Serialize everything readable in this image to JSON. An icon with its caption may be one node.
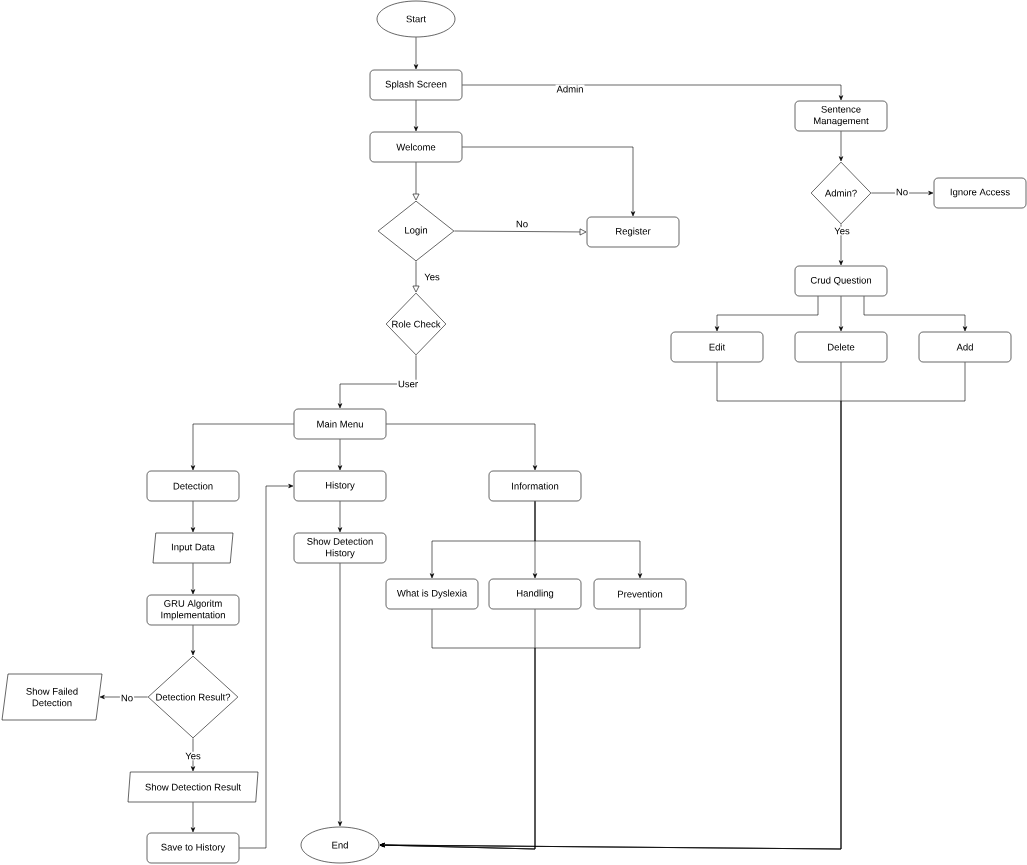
{
  "diagram": {
    "nodes": [
      {
        "text": [
          "Start"
        ]
      },
      {
        "text": [
          "Splash Screen"
        ]
      },
      {
        "text": [
          "Welcome"
        ]
      },
      {
        "text": [
          "Login"
        ]
      },
      {
        "text": [
          "Register"
        ]
      },
      {
        "text": [
          "Role Check"
        ]
      },
      {
        "text": [
          "Sentence Management"
        ]
      },
      {
        "text": [
          "Admin?"
        ]
      },
      {
        "text": [
          "Ignore Access"
        ]
      },
      {
        "text": [
          "Crud Question"
        ]
      },
      {
        "text": [
          "Edit"
        ]
      },
      {
        "text": [
          "Delete"
        ]
      },
      {
        "text": [
          "Add"
        ]
      },
      {
        "text": [
          "Main Menu"
        ]
      },
      {
        "text": [
          "Detection"
        ]
      },
      {
        "text": [
          "History"
        ]
      },
      {
        "text": [
          "Information"
        ]
      },
      {
        "text": [
          "Input Data"
        ]
      },
      {
        "text": [
          "GRU Algoritm Implementation"
        ]
      },
      {
        "text": [
          "Show Detection History"
        ]
      },
      {
        "text": [
          "What is Dyslexia"
        ]
      },
      {
        "text": [
          "Handling"
        ]
      },
      {
        "text": [
          "Prevention"
        ]
      },
      {
        "text": [
          "Detection Result?"
        ]
      },
      {
        "text": [
          "Show Failed Detection"
        ]
      },
      {
        "text": [
          "Show Detection Result"
        ]
      },
      {
        "text": [
          "Save to History"
        ]
      },
      {
        "text": [
          "End"
        ]
      }
    ],
    "edges": [
      {
        "from": 0,
        "to": 1,
        "arrow": "to"
      },
      {
        "from": 1,
        "to": 2,
        "arrow": "to"
      },
      {
        "from": 1,
        "to": 6,
        "arrow": "to",
        "label": "Admin"
      },
      {
        "from": 2,
        "to": 3,
        "arrow": "to"
      },
      {
        "from": 2,
        "to": 4,
        "arrow": "to"
      },
      {
        "from": 3,
        "to": 4,
        "arrow": "to",
        "label": "No"
      },
      {
        "from": 3,
        "to": 5,
        "arrow": "to",
        "label": "Yes"
      },
      {
        "from": 5,
        "to": 13,
        "arrow": "to",
        "label": "User"
      },
      {
        "from": 6,
        "to": 7,
        "arrow": "to"
      },
      {
        "from": 7,
        "to": 8,
        "arrow": "to",
        "label": "No"
      },
      {
        "from": 7,
        "to": 9,
        "arrow": "to",
        "label": "Yes"
      },
      {
        "from": 9,
        "to": 10,
        "arrow": "to"
      },
      {
        "from": 9,
        "to": 11,
        "arrow": "to"
      },
      {
        "from": 9,
        "to": 12,
        "arrow": "to"
      },
      {
        "from": 10,
        "to": 27,
        "arrow": "to"
      },
      {
        "from": 11,
        "to": 27,
        "arrow": "to"
      },
      {
        "from": 12,
        "to": 27,
        "arrow": "to"
      },
      {
        "from": 13,
        "to": 14,
        "arrow": "to"
      },
      {
        "from": 13,
        "to": 15,
        "arrow": "to"
      },
      {
        "from": 13,
        "to": 16,
        "arrow": "to"
      },
      {
        "from": 14,
        "to": 17,
        "arrow": "to"
      },
      {
        "from": 17,
        "to": 18,
        "arrow": "to"
      },
      {
        "from": 18,
        "to": 23,
        "arrow": "to"
      },
      {
        "from": 23,
        "to": 24,
        "arrow": "to",
        "label": "No"
      },
      {
        "from": 23,
        "to": 25,
        "arrow": "to",
        "label": "Yes"
      },
      {
        "from": 25,
        "to": 26,
        "arrow": "to"
      },
      {
        "from": 26,
        "to": 15,
        "arrow": "to"
      },
      {
        "from": 15,
        "to": 19,
        "arrow": "to"
      },
      {
        "from": 19,
        "to": 27,
        "arrow": "to"
      },
      {
        "from": 16,
        "to": 20,
        "arrow": "to"
      },
      {
        "from": 16,
        "to": 21,
        "arrow": "to"
      },
      {
        "from": 16,
        "to": 22,
        "arrow": "to"
      },
      {
        "from": 20,
        "to": 27,
        "arrow": "to"
      },
      {
        "from": 21,
        "to": 27,
        "arrow": "to"
      },
      {
        "from": 22,
        "to": 27,
        "arrow": "to"
      }
    ]
  }
}
